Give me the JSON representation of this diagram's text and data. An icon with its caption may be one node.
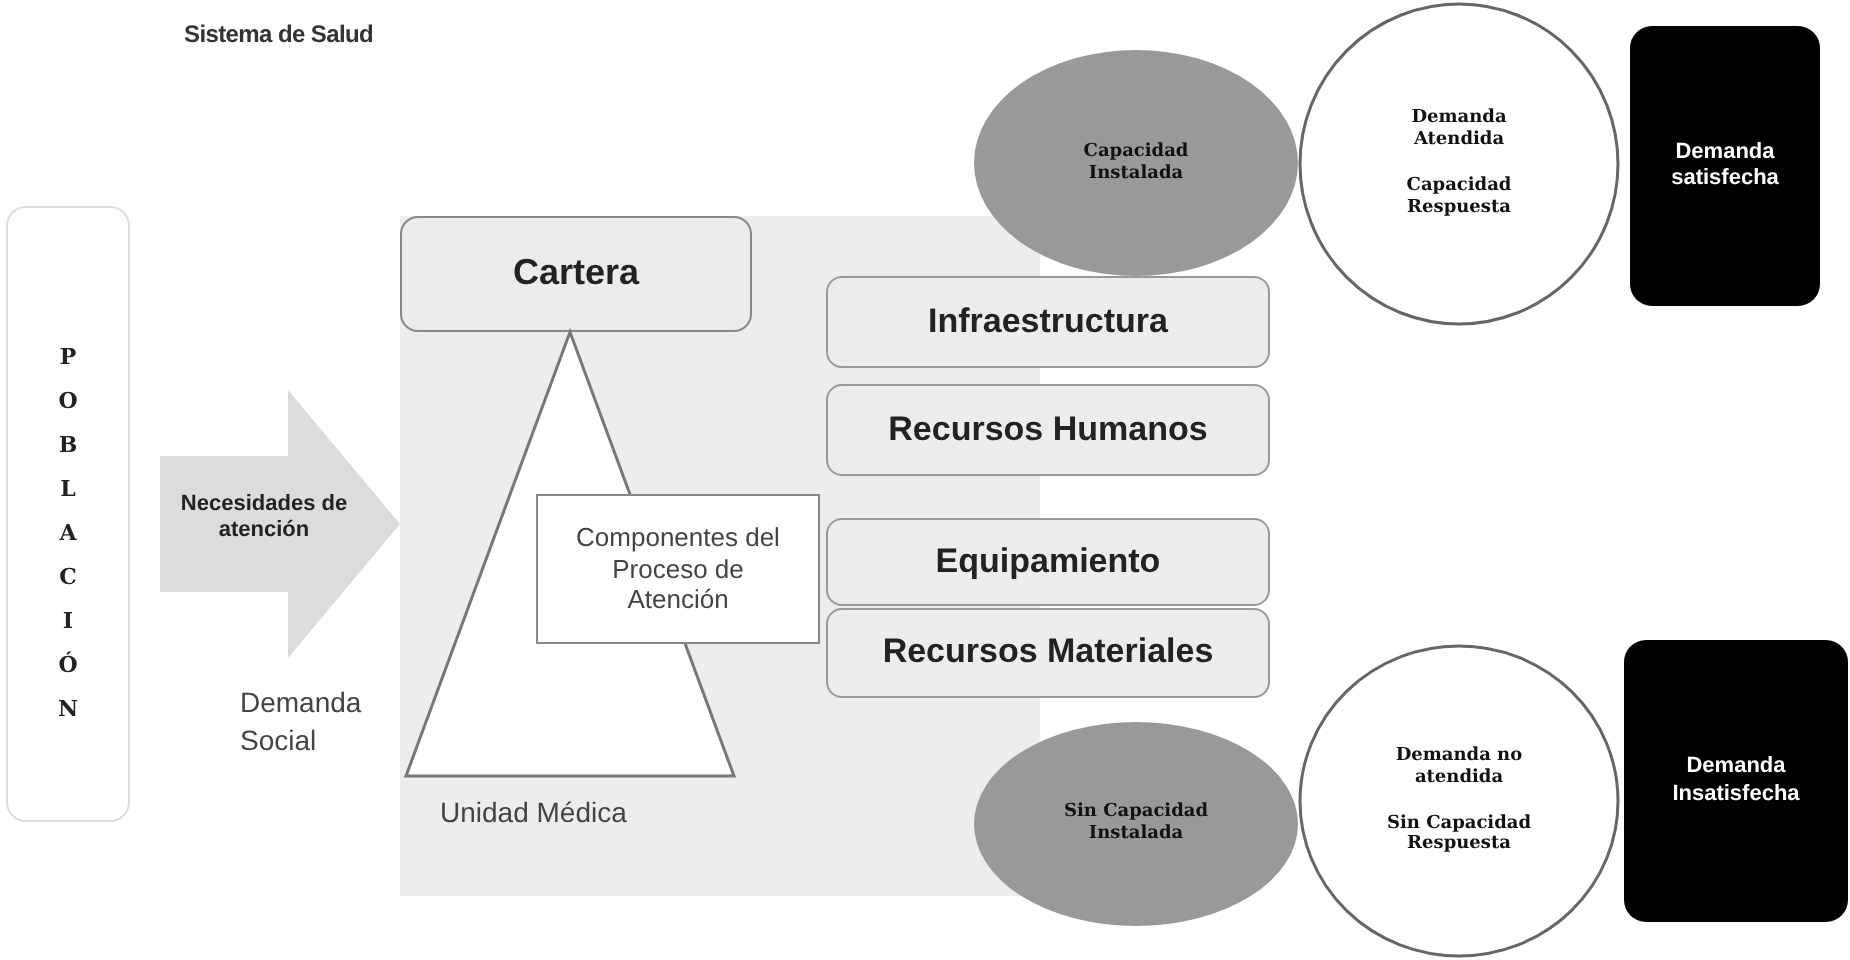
{
  "diagram": {
    "title": "Sistema de Salud",
    "nodes": [
      {
        "text": [
          "POBLACIÓN"
        ]
      },
      {
        "text": [
          "Cartera"
        ]
      },
      {
        "text": [],
        "shape": "triangle",
        "beside": [
          "Demanda Social",
          "Unidad Médica"
        ]
      },
      {
        "text": [
          "Componentes del Proceso de Atención"
        ]
      },
      {
        "text": [
          "Infraestructura"
        ]
      },
      {
        "text": [
          "Recursos Humanos"
        ]
      },
      {
        "text": [
          "Equipamiento"
        ]
      },
      {
        "text": [
          "Recursos Materiales"
        ]
      },
      {
        "text": [
          "Capacidad Instalada"
        ]
      },
      {
        "text": [
          "Demanda Atendida",
          "Capacidad Respuesta"
        ]
      },
      {
        "text": [
          "Demanda satisfecha"
        ]
      },
      {
        "text": [
          "Sin Capacidad Instalada"
        ]
      },
      {
        "text": [
          "Demanda no atendida",
          "Sin Capacidad Respuesta"
        ]
      },
      {
        "text": [
          "Demanda Insatisfecha"
        ]
      }
    ],
    "edges": [
      {
        "from": 0,
        "to": 2,
        "arrow": "to",
        "label": "Necesidades de atención",
        "style": "thick"
      }
    ]
  }
}
